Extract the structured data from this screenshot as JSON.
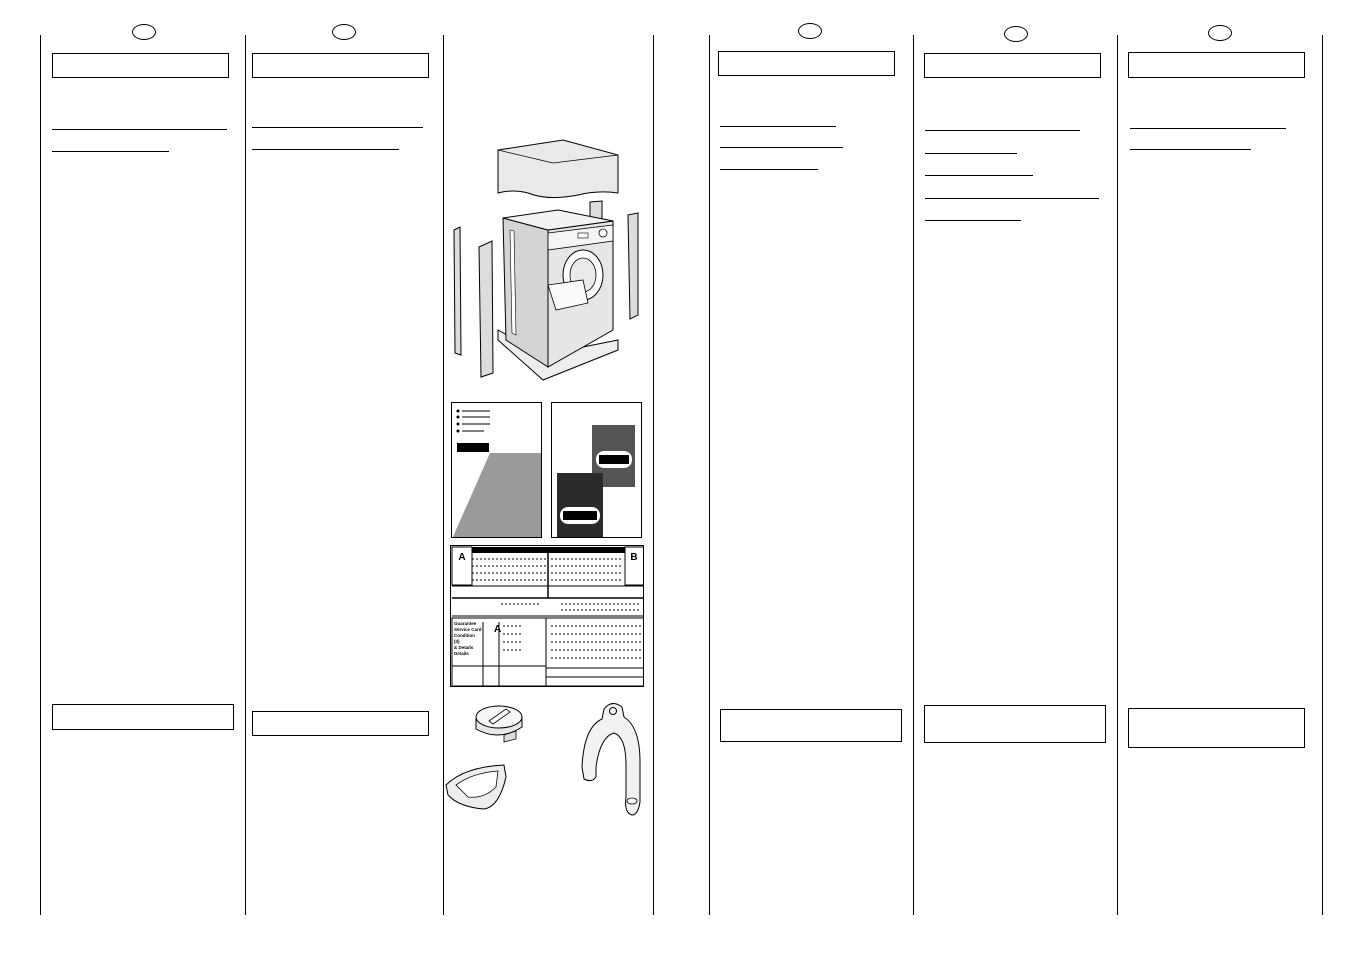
{
  "pages": [
    {
      "id": "left",
      "columns": 3
    },
    {
      "id": "right",
      "columns": 3
    }
  ],
  "figures": [
    {
      "name": "washer-packaging-illustration",
      "icon": "washing-machine-with-packaging"
    },
    {
      "name": "instruction-booklet-illustration",
      "icon": "booklet"
    },
    {
      "name": "energy-labels-illustration",
      "icon": "labels"
    },
    {
      "name": "guarantee-card-illustration",
      "icon": "guarantee-card",
      "text": {
        "card_a": "A",
        "card_b": "B",
        "card_a2": "A",
        "service_lines": [
          "Guarantee",
          "Service Card",
          "Condition",
          "(Il)",
          "& Details",
          "Details"
        ]
      }
    },
    {
      "name": "accessories-illustration",
      "icon": "drain-hose-bracket-and-detergent-tray"
    }
  ],
  "colors": {
    "ink": "#000000",
    "paper": "#ffffff",
    "shade": "#9a9a9a",
    "dark": "#2b2b2b"
  }
}
